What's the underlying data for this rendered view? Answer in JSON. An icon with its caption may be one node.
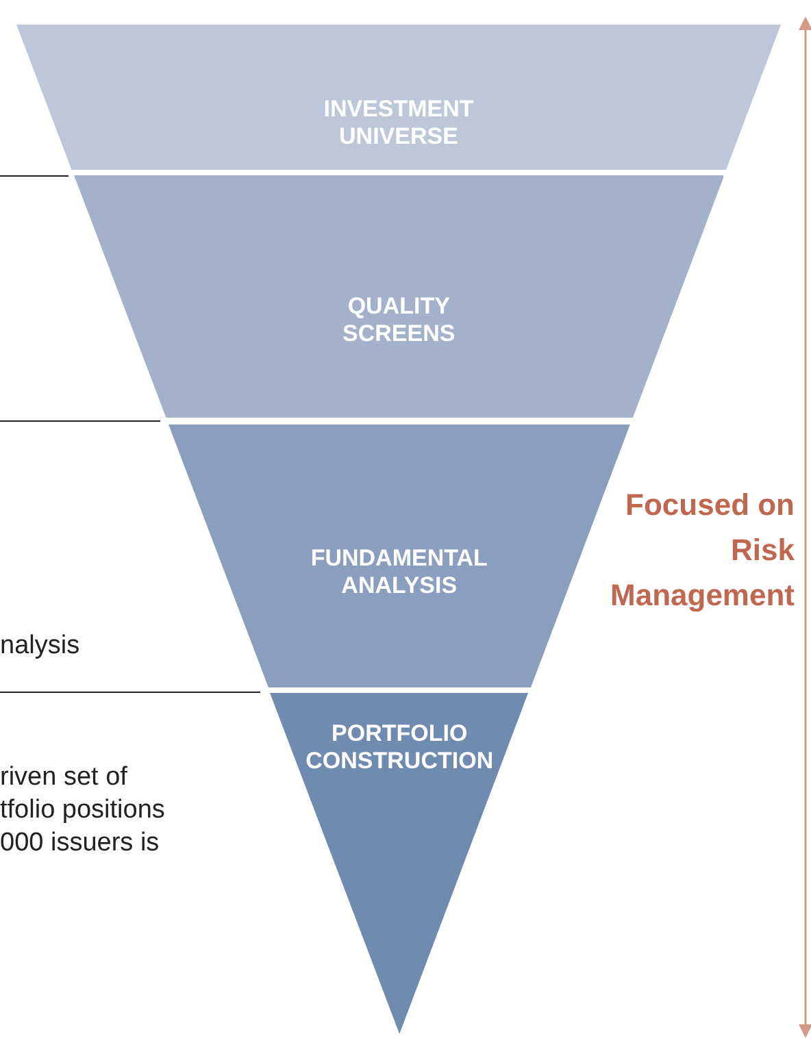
{
  "diagram": {
    "nodes": [
      {
        "text": [
          "INVESTMENT UNIVERSE"
        ]
      },
      {
        "text": [
          "QUALITY SCREENS"
        ]
      },
      {
        "text": [
          "FUNDAMENTAL ANALYSIS"
        ]
      },
      {
        "text": [
          "PORTFOLIO CONSTRUCTION"
        ]
      },
      {
        "text": [
          "Focused on Risk Management"
        ]
      }
    ],
    "edges": [],
    "labels": [
      "nalysis",
      "riven set of",
      "tfolio positions",
      "000 issuers is"
    ]
  }
}
